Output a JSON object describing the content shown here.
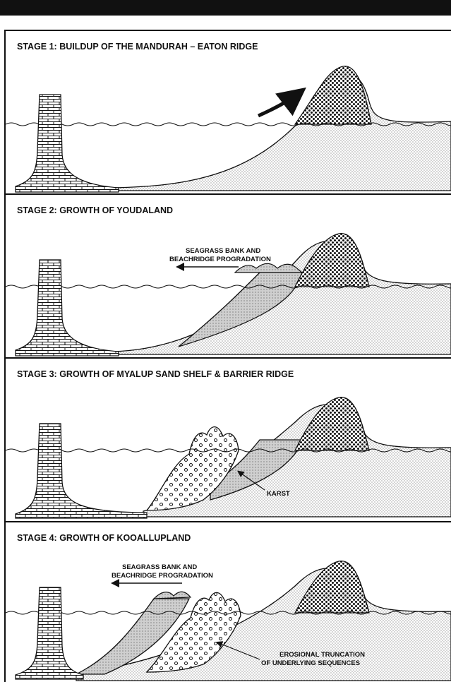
{
  "stages": [
    {
      "title": "STAGE 1: BUILDUP OF THE MANDURAH – EATON RIDGE"
    },
    {
      "title": "STAGE 2: GROWTH OF YOUDALAND",
      "label_line1": "SEAGRASS BANK AND",
      "label_line2": "BEACHRIDGE PROGRADATION"
    },
    {
      "title": "STAGE 3: GROWTH OF MYALUP SAND SHELF & BARRIER RIDGE",
      "karst_label": "KARST"
    },
    {
      "title": "STAGE 4: GROWTH OF KOOALLUPLAND",
      "label_line1": "SEAGRASS BANK AND",
      "label_line2": "BEACHRIDGE PROGRADATION",
      "erosion_line1": "EROSIONAL TRUNCATION",
      "erosion_line2": "OF UNDERLYING SEQUENCES"
    }
  ]
}
